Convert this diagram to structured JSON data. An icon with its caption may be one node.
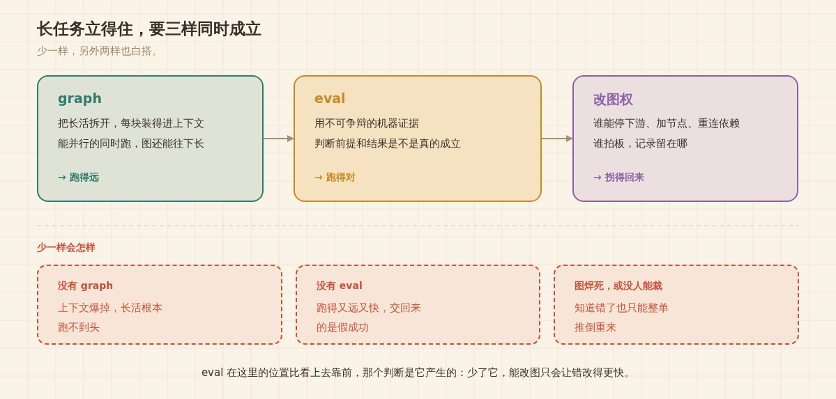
{
  "diagram": {
    "title": "长任务立得住，要三样同时成立",
    "caption": "eval 在这里的位置比看上去靠前，那个判断是它产生的：少了它，能改图只会让错改得更快。",
    "nodes": [
      {
        "text": [
          "graph",
          "把长活拆开，每块装得进上下文",
          "能并行的同时跑，图还能往下长",
          "→ 跑得远"
        ]
      },
      {
        "text": [
          "eval",
          "用不可争辩的机器证据",
          "判断前提和结果是不是真的成立",
          "→ 跑得对"
        ]
      },
      {
        "text": [
          "改图权",
          "谁能停下游、加节点、重连依赖",
          "谁拍板，记录留在哪",
          "→ 拐得回来"
        ]
      },
      {
        "text": [
          "没有 graph",
          "上下文爆掉，长活根本跑不到头"
        ]
      },
      {
        "text": [
          "没有 eval",
          "跑得又远又快，交回来的是假成功"
        ]
      },
      {
        "text": [
          "图焊死，或没人能裁",
          "知道错了也只能整单推倒重来"
        ]
      }
    ],
    "edges": [
      {
        "from": 0,
        "to": 1,
        "arrow": "to"
      },
      {
        "from": 1,
        "to": 2,
        "arrow": "to"
      }
    ],
    "labels": [
      "少一样，另外两样也白搭。",
      "少一样会怎样"
    ]
  }
}
